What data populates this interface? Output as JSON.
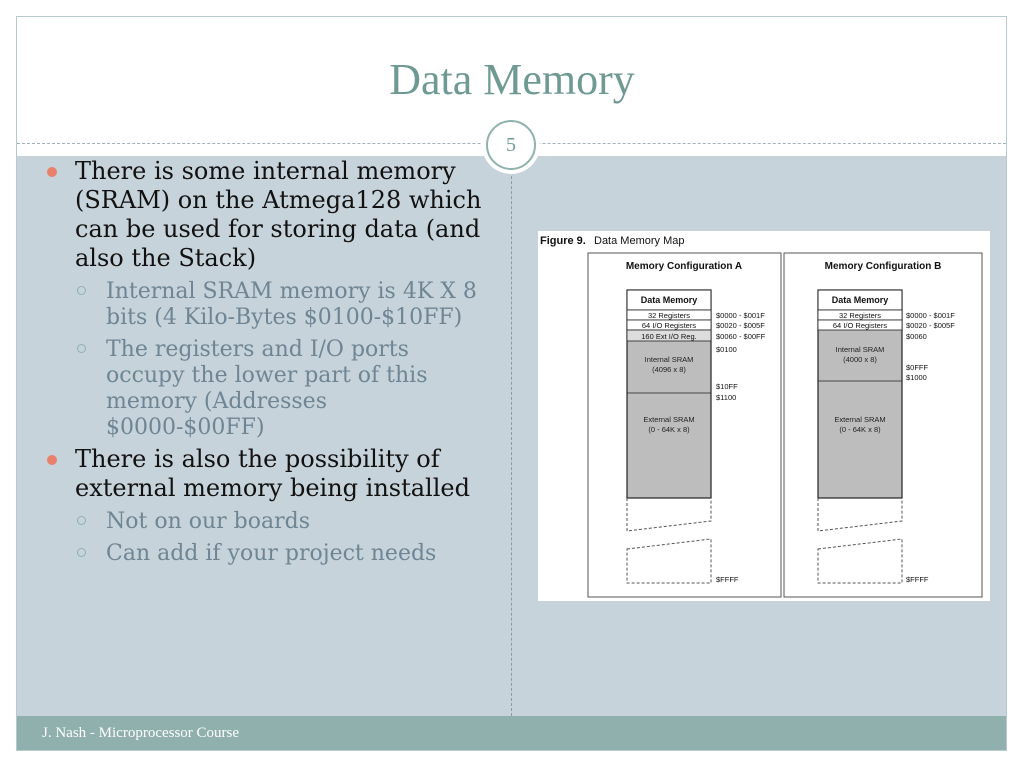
{
  "slide": {
    "title": "Data Memory",
    "number": "5",
    "footer": "J. Nash - Microprocessor Course"
  },
  "bullets": [
    {
      "text": "There is some internal memory (SRAM) on the Atmega128 which can be used for storing data (and also the Stack)",
      "sub": [
        "Internal SRAM memory is 4K X 8 bits (4 Kilo-Bytes $0100-$10FF)",
        "The registers and I/O ports occupy the lower part of this memory (Addresses $0000-$00FF)"
      ]
    },
    {
      "text": "There is also the possibility of external memory being installed",
      "sub": [
        "Not on our boards",
        "Can add if your project needs"
      ]
    }
  ],
  "figure": {
    "caption_num": "Figure 9.",
    "caption": "Data Memory Map",
    "configA": {
      "title": "Memory Configuration A",
      "header": "Data Memory",
      "rows": [
        "32 Registers",
        "64 I/O Registers",
        "160 Ext I/O Reg."
      ],
      "internal": [
        "Internal SRAM",
        "(4096 x 8)"
      ],
      "external": [
        "External SRAM",
        "(0 - 64K x 8)"
      ],
      "addr": [
        "$0000 - $001F",
        "$0020 - $005F",
        "$0060 - $00FF",
        "$0100",
        "$10FF",
        "$1100",
        "$FFFF"
      ]
    },
    "configB": {
      "title": "Memory Configuration B",
      "header": "Data Memory",
      "rows": [
        "32 Registers",
        "64 I/O Registers"
      ],
      "internal": [
        "Internal SRAM",
        "(4000 x 8)"
      ],
      "external": [
        "External SRAM",
        "(0 - 64K x 8)"
      ],
      "addr": [
        "$0000 - $001F",
        "$0020 - $005F",
        "$0060",
        "$0FFF",
        "$1000",
        "$FFFF"
      ]
    }
  }
}
